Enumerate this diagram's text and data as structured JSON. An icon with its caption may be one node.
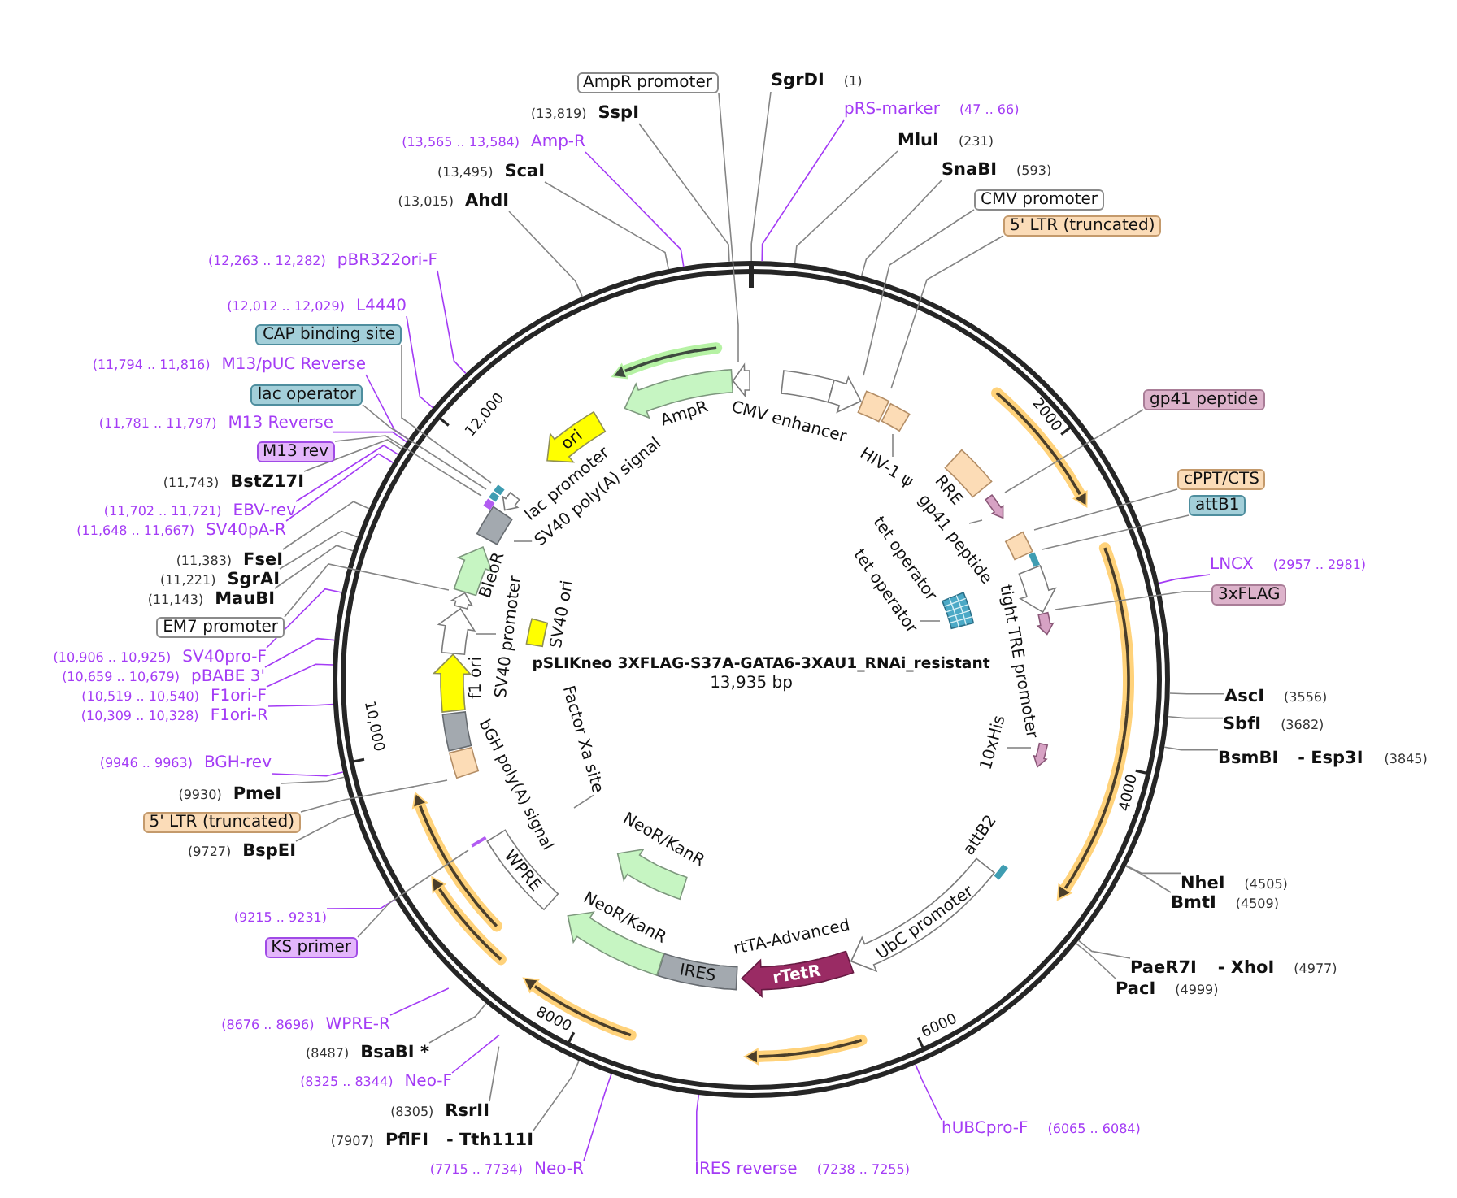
{
  "diagram": {
    "title": "pSLIKneo 3XFLAG-S37A-GATA6-3XAU1_RNAi_resistant",
    "nodes": [
      {
        "text": [
          "AmpR promoter"
        ]
      },
      {
        "text": [
          "(13,819)",
          "SspI"
        ]
      },
      {
        "text": [
          "(13,565 .. 13,584)",
          "Amp-R"
        ]
      },
      {
        "text": [
          "(13,495)",
          "ScaI"
        ]
      },
      {
        "text": [
          "(13,015)",
          "AhdI"
        ]
      },
      {
        "text": [
          "(12,263 .. 12,282)",
          "pBR322ori-F"
        ]
      },
      {
        "text": [
          "(12,012 .. 12,029)",
          "L4440"
        ]
      },
      {
        "text": [
          "CAP binding site"
        ]
      },
      {
        "text": [
          "(11,794 .. 11,816)",
          "M13/pUC Reverse"
        ]
      },
      {
        "text": [
          "lac operator"
        ]
      },
      {
        "text": [
          "(11,781 .. 11,797)",
          "M13 Reverse"
        ]
      },
      {
        "text": [
          "M13 rev"
        ]
      },
      {
        "text": [
          "(11,743)",
          "BstZ17I"
        ]
      },
      {
        "text": [
          "(11,702 .. 11,721)",
          "EBV-rev"
        ]
      },
      {
        "text": [
          "(11,648 .. 11,667)",
          "SV40pA-R"
        ]
      },
      {
        "text": [
          "(11,383)",
          "FseI"
        ]
      },
      {
        "text": [
          "(11,221)",
          "SgrAI"
        ]
      },
      {
        "text": [
          "(11,143)",
          "MauBI"
        ]
      },
      {
        "text": [
          "EM7 promoter"
        ]
      },
      {
        "text": [
          "(10,906 .. 10,925)",
          "SV40pro-F"
        ]
      },
      {
        "text": [
          "(10,659 .. 10,679)",
          "pBABE 3'"
        ]
      },
      {
        "text": [
          "(10,519 .. 10,540)",
          "F1ori-F"
        ]
      },
      {
        "text": [
          "(10,309 .. 10,328)",
          "F1ori-R"
        ]
      },
      {
        "text": [
          "(9946 .. 9963)",
          "BGH-rev"
        ]
      },
      {
        "text": [
          "(9930)",
          "PmeI"
        ]
      },
      {
        "text": [
          "5' LTR (truncated)"
        ]
      },
      {
        "text": [
          "(9727)",
          "BspEI"
        ]
      },
      {
        "text": [
          "(9215 .. 9231)"
        ]
      },
      {
        "text": [
          "KS primer"
        ]
      },
      {
        "text": [
          "(8676 .. 8696)",
          "WPRE-R"
        ]
      },
      {
        "text": [
          "(8487)",
          "BsaBI *"
        ]
      },
      {
        "text": [
          "(8325 .. 8344)",
          "Neo-F"
        ]
      },
      {
        "text": [
          "(8305)",
          "RsrII"
        ]
      },
      {
        "text": [
          "(7907)",
          "PflFI",
          "- Tth111I"
        ]
      },
      {
        "text": [
          "(7715 .. 7734)",
          "Neo-R"
        ]
      },
      {
        "text": [
          "IRES reverse",
          "(7238 .. 7255)"
        ]
      },
      {
        "text": [
          "SgrDI",
          "(1)"
        ]
      },
      {
        "text": [
          "pRS-marker",
          "(47 .. 66)"
        ]
      },
      {
        "text": [
          "MluI",
          "(231)"
        ]
      },
      {
        "text": [
          "SnaBI",
          "(593)"
        ]
      },
      {
        "text": [
          "CMV promoter"
        ]
      },
      {
        "text": [
          "5' LTR (truncated)"
        ]
      },
      {
        "text": [
          "gp41 peptide"
        ]
      },
      {
        "text": [
          "cPPT/CTS"
        ]
      },
      {
        "text": [
          "attB1"
        ]
      },
      {
        "text": [
          "LNCX",
          "(2957 .. 2981)"
        ]
      },
      {
        "text": [
          "3xFLAG"
        ]
      },
      {
        "text": [
          "AscI",
          "(3556)"
        ]
      },
      {
        "text": [
          "SbfI",
          "(3682)"
        ]
      },
      {
        "text": [
          "BsmBI",
          "- Esp3I",
          "(3845)"
        ]
      },
      {
        "text": [
          "NheI",
          "(4505)"
        ]
      },
      {
        "text": [
          "BmtI",
          "(4509)"
        ]
      },
      {
        "text": [
          "PaeR7I",
          "- XhoI",
          "(4977)"
        ]
      },
      {
        "text": [
          "PacI",
          "(4999)"
        ]
      },
      {
        "text": [
          "hUBCpro-F",
          "(6065 .. 6084)"
        ]
      },
      {
        "text": [],
        "shape": "box",
        "beside": [
          "CMV enhancer"
        ]
      },
      {
        "text": [],
        "shape": "arrow"
      },
      {
        "text": [],
        "shape": "box"
      },
      {
        "text": [],
        "shape": "box"
      },
      {
        "text": [],
        "shape": "box",
        "beside": [
          "RRE"
        ]
      },
      {
        "text": [],
        "shape": "arrow"
      },
      {
        "text": [],
        "shape": "box"
      },
      {
        "text": [],
        "shape": "bar"
      },
      {
        "text": [],
        "shape": "arrow",
        "beside": [
          "tight TRE promoter"
        ]
      },
      {
        "text": [],
        "shape": "arrow"
      },
      {
        "text": [],
        "shape": "box",
        "beside": [
          "tet operator"
        ]
      },
      {
        "text": [],
        "shape": "arrow"
      },
      {
        "text": [],
        "shape": "bar",
        "beside": [
          "attB2"
        ]
      },
      {
        "text": [
          "UbC promoter"
        ]
      },
      {
        "text": [
          "rTetR"
        ],
        "beside": [
          "rtTA-Advanced"
        ]
      },
      {
        "text": [
          "IRES"
        ]
      },
      {
        "text": [],
        "shape": "arrow",
        "beside": [
          "NeoR/KanR"
        ]
      },
      {
        "text": [],
        "shape": "arrow",
        "beside": [
          "NeoR/KanR"
        ]
      },
      {
        "text": [
          "WPRE"
        ]
      },
      {
        "text": [],
        "shape": "bar"
      },
      {
        "text": [],
        "shape": "box"
      },
      {
        "text": [],
        "shape": "box",
        "beside": [
          "bGH poly(A) signal"
        ]
      },
      {
        "text": [],
        "shape": "arrow",
        "beside": [
          "f1 ori"
        ]
      },
      {
        "text": [],
        "shape": "box",
        "beside": [
          "SV40 ori"
        ]
      },
      {
        "text": [],
        "shape": "arrow"
      },
      {
        "text": [],
        "shape": "arrow"
      },
      {
        "text": [],
        "shape": "arrow",
        "beside": [
          "BleoR"
        ]
      },
      {
        "text": [],
        "shape": "box"
      },
      {
        "text": [],
        "shape": "bar"
      },
      {
        "text": [],
        "shape": "arrow",
        "beside": [
          "lac promoter"
        ]
      },
      {
        "text": [],
        "shape": "bar"
      },
      {
        "text": [],
        "shape": "bar"
      },
      {
        "text": [
          "ori"
        ]
      },
      {
        "text": [],
        "shape": "arrow",
        "beside": [
          "AmpR"
        ]
      },
      {
        "text": [],
        "shape": "arrow"
      },
      {
        "text": [
          "HIV-1 ψ"
        ]
      },
      {
        "text": [
          "gp41 peptide"
        ]
      },
      {
        "text": [
          "tet operator"
        ]
      },
      {
        "text": [
          "10xHis"
        ]
      },
      {
        "text": [
          "SV40 promoter"
        ]
      },
      {
        "text": [
          "SV40 poly(A) signal"
        ]
      },
      {
        "text": [
          "Factor Xa site"
        ]
      }
    ],
    "edges": [
      {
        "from": 0,
        "to": 89,
        "arrow": "none"
      },
      {
        "from": 1,
        "to": null,
        "arrow": "none"
      },
      {
        "from": 2,
        "to": null,
        "arrow": "none",
        "color": "#a43cf5"
      },
      {
        "from": 3,
        "to": null,
        "arrow": "none"
      },
      {
        "from": 4,
        "to": null,
        "arrow": "none"
      },
      {
        "from": 5,
        "to": null,
        "arrow": "none",
        "color": "#a43cf5"
      },
      {
        "from": 6,
        "to": null,
        "arrow": "none",
        "color": "#a43cf5"
      },
      {
        "from": 7,
        "to": 86,
        "arrow": "none"
      },
      {
        "from": 8,
        "to": null,
        "arrow": "none",
        "color": "#a43cf5"
      },
      {
        "from": 9,
        "to": 85,
        "arrow": "none"
      },
      {
        "from": 10,
        "to": null,
        "arrow": "none",
        "color": "#a43cf5"
      },
      {
        "from": 11,
        "to": 83,
        "arrow": "none"
      },
      {
        "from": 12,
        "to": null,
        "arrow": "none"
      },
      {
        "from": 13,
        "to": null,
        "arrow": "none",
        "color": "#a43cf5"
      },
      {
        "from": 14,
        "to": null,
        "arrow": "none",
        "color": "#a43cf5"
      },
      {
        "from": 15,
        "to": null,
        "arrow": "none"
      },
      {
        "from": 16,
        "to": null,
        "arrow": "none"
      },
      {
        "from": 17,
        "to": null,
        "arrow": "none"
      },
      {
        "from": 18,
        "to": 80,
        "arrow": "none"
      },
      {
        "from": 19,
        "to": null,
        "arrow": "none",
        "color": "#a43cf5"
      },
      {
        "from": 20,
        "to": null,
        "arrow": "none",
        "color": "#a43cf5"
      },
      {
        "from": 21,
        "to": null,
        "arrow": "none",
        "color": "#a43cf5"
      },
      {
        "from": 22,
        "to": null,
        "arrow": "none",
        "color": "#a43cf5"
      },
      {
        "from": 23,
        "to": null,
        "arrow": "none",
        "color": "#a43cf5"
      },
      {
        "from": 24,
        "to": null,
        "arrow": "none"
      },
      {
        "from": 25,
        "to": 75,
        "arrow": "none"
      },
      {
        "from": 26,
        "to": null,
        "arrow": "none"
      },
      {
        "from": 27,
        "to": null,
        "arrow": "none",
        "color": "#a43cf5"
      },
      {
        "from": 28,
        "to": 74,
        "arrow": "none"
      },
      {
        "from": 29,
        "to": null,
        "arrow": "none",
        "color": "#a43cf5"
      },
      {
        "from": 30,
        "to": null,
        "arrow": "none"
      },
      {
        "from": 31,
        "to": null,
        "arrow": "none",
        "color": "#a43cf5"
      },
      {
        "from": 32,
        "to": null,
        "arrow": "none"
      },
      {
        "from": 33,
        "to": null,
        "arrow": "none"
      },
      {
        "from": 34,
        "to": null,
        "arrow": "none",
        "color": "#a43cf5"
      },
      {
        "from": 35,
        "to": null,
        "arrow": "none",
        "color": "#a43cf5"
      },
      {
        "from": 36,
        "to": null,
        "arrow": "none"
      },
      {
        "from": 37,
        "to": null,
        "arrow": "none",
        "color": "#a43cf5"
      },
      {
        "from": 38,
        "to": null,
        "arrow": "none"
      },
      {
        "from": 39,
        "to": null,
        "arrow": "none"
      },
      {
        "from": 40,
        "to": 56,
        "arrow": "none"
      },
      {
        "from": 41,
        "to": 57,
        "arrow": "none"
      },
      {
        "from": 42,
        "to": 60,
        "arrow": "none"
      },
      {
        "from": 43,
        "to": 61,
        "arrow": "none"
      },
      {
        "from": 44,
        "to": 62,
        "arrow": "none"
      },
      {
        "from": 45,
        "to": null,
        "arrow": "none",
        "color": "#a43cf5"
      },
      {
        "from": 46,
        "to": 64,
        "arrow": "none"
      },
      {
        "from": 47,
        "to": null,
        "arrow": "none"
      },
      {
        "from": 48,
        "to": null,
        "arrow": "none"
      },
      {
        "from": 49,
        "to": null,
        "arrow": "none"
      },
      {
        "from": 50,
        "to": null,
        "arrow": "none"
      },
      {
        "from": 51,
        "to": null,
        "arrow": "none"
      },
      {
        "from": 52,
        "to": null,
        "arrow": "none"
      },
      {
        "from": 53,
        "to": null,
        "arrow": "none"
      },
      {
        "from": 54,
        "to": null,
        "arrow": "none",
        "color": "#a43cf5"
      },
      {
        "from": 90,
        "to": 58,
        "arrow": "none"
      },
      {
        "from": 91,
        "to": 60,
        "arrow": "none"
      },
      {
        "from": 92,
        "to": 65,
        "arrow": "none"
      },
      {
        "from": 93,
        "to": 66,
        "arrow": "none"
      },
      {
        "from": 94,
        "to": 79,
        "arrow": "none"
      },
      {
        "from": 95,
        "to": 82,
        "arrow": "none"
      },
      {
        "from": 96,
        "to": null,
        "arrow": "none"
      }
    ],
    "labels": [
      "13,935 bp",
      "2000",
      "4000",
      "6000",
      "8000",
      "10,000",
      "12,000"
    ]
  }
}
